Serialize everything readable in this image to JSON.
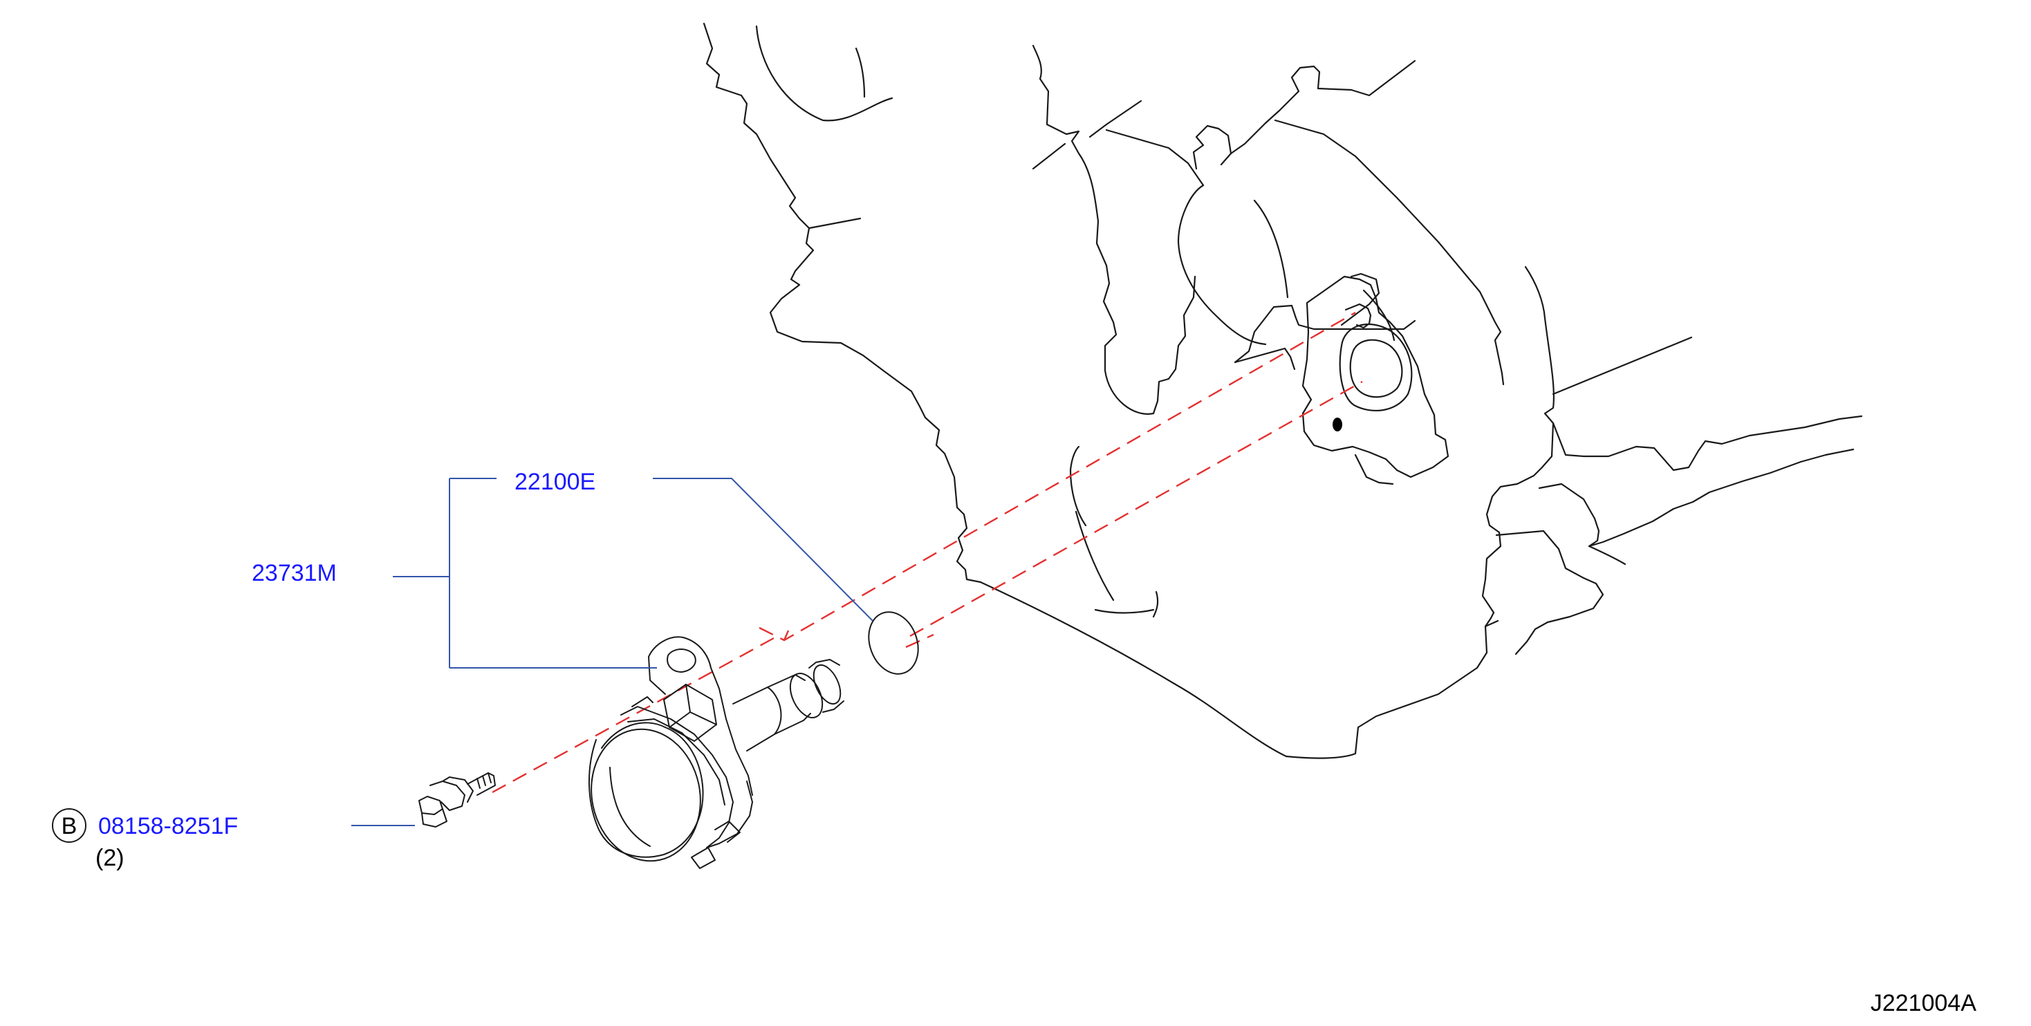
{
  "diagram_id": "J221004A",
  "colors": {
    "part_number": "#1a1aff",
    "leader_line": "#3355aa",
    "alignment_dash": "#e53030",
    "drawing_line": "#1a1a1a"
  },
  "callouts": {
    "assembly": {
      "part_number": "23731M"
    },
    "gasket": {
      "part_number": "22100E"
    },
    "bolt": {
      "part_number": "08158-8251F",
      "marker": "B",
      "quantity": "(2)"
    }
  }
}
